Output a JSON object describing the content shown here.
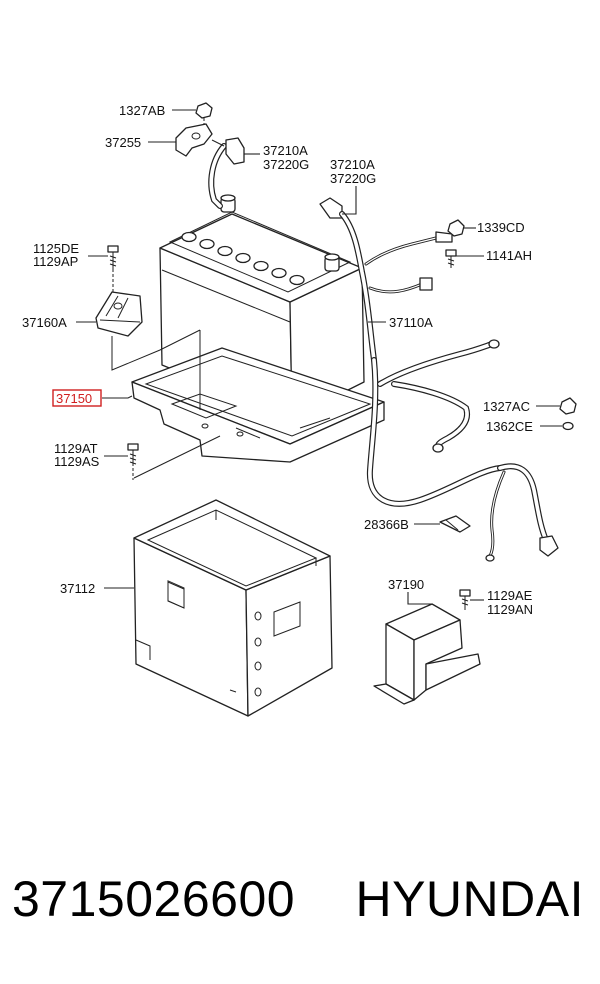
{
  "labels": {
    "l1327AB": "1327AB",
    "l37255": "37255",
    "l37210A_a": "37210A",
    "l37220G_a": "37220G",
    "l37210A_b": "37210A",
    "l37220G_b": "37220G",
    "l1339CD": "1339CD",
    "l1141AH": "1141AH",
    "l1125DE": "1125DE",
    "l1129AP": "1129AP",
    "l37160A": "37160A",
    "l37110A": "37110A",
    "l37150": "37150",
    "l1327AC": "1327AC",
    "l1362CE": "1362CE",
    "l1129AT": "1129AT",
    "l1129AS": "1129AS",
    "l28366B": "28366B",
    "l37112": "37112",
    "l37190": "37190",
    "l1129AE": "1129AE",
    "l1129AN": "1129AN"
  },
  "footer": {
    "part_number": "3715026600",
    "brand": "HYUNDAI"
  },
  "highlight_color": "#d02020"
}
